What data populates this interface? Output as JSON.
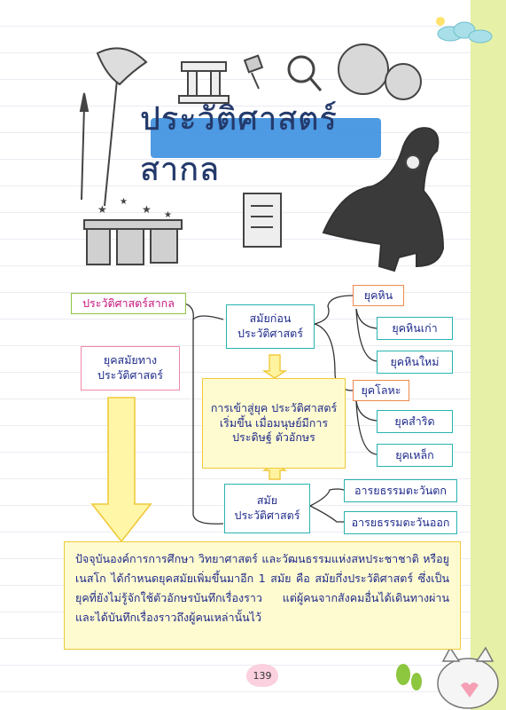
{
  "page_title": "ประวัติศาสตร์สากล",
  "mindmap": {
    "root": "ประวัติศาสตร์สากล",
    "era_label": "ยุคสมัยทาง ประวัติศาสตร์",
    "prehistoric": "สมัยก่อน ประวัติศาสตร์",
    "stone_age": "ยุคหิน",
    "old_stone": "ยุคหินเก่า",
    "new_stone": "ยุคหินใหม่",
    "metal_age": "ยุคโลหะ",
    "bronze": "ยุคสำริด",
    "iron": "ยุคเหล็ก",
    "transition": "การเข้าสู่ยุค ประวัติศาสตร์เริ่มขึ้น เมื่อมนุษย์มีการประดิษฐ์ ตัวอักษร",
    "historic": "สมัย ประวัติศาสตร์",
    "western": "อารยธรรมตะวันตก",
    "eastern": "อารยธรรมตะวันออก"
  },
  "summary": "ปัจจุบันองค์การการศึกษา วิทยาศาสตร์ และวัฒนธรรมแห่งสหประชาชาติ หรือยูเนสโก ได้กำหนดยุคสมัยเพิ่มขึ้นมาอีก 1 สมัย คือ สมัยกึ่งประวัติศาสตร์ ซึ่งเป็นยุคที่ยังไม่รู้จักใช้ตัวอักษรบันทึกเรื่องราว แต่ผู้คนจากสังคมอื่นได้เดินทางผ่านและได้บันทึกเรื่องราวถึงผู้คนเหล่านั้นไว้",
  "page_number": "139",
  "colors": {
    "accent_blue": "#3b8fe0",
    "text_blue": "#1e2a8a",
    "sidebar": "#e6f0a6"
  }
}
